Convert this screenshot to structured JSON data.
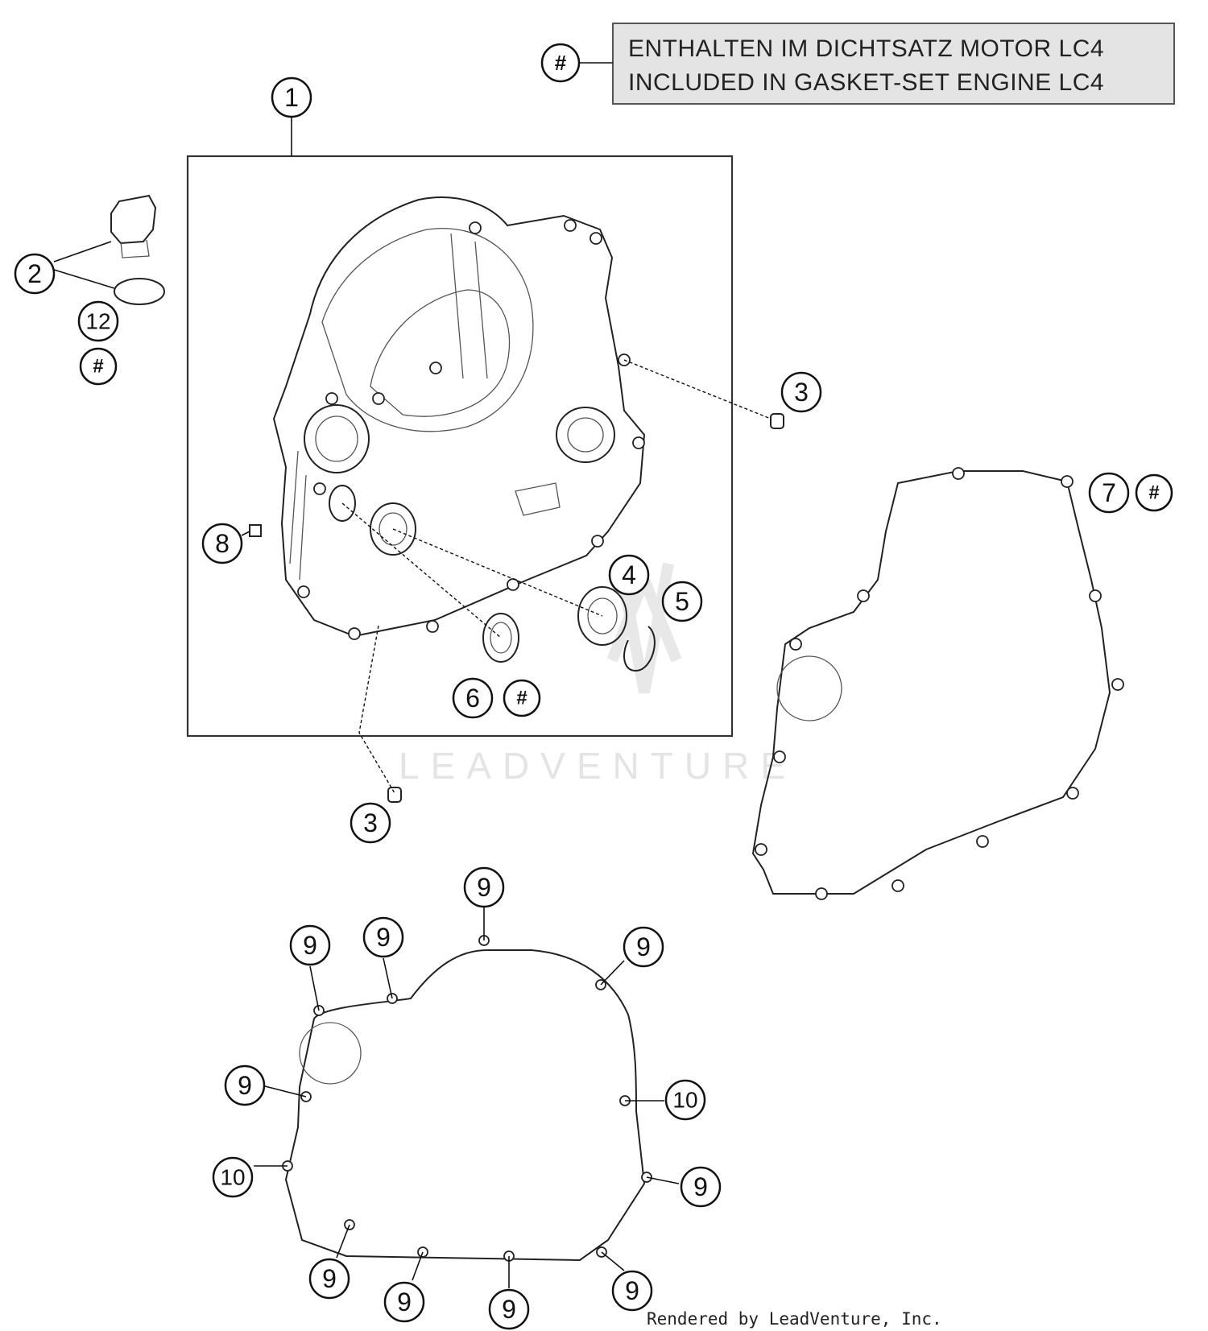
{
  "legend": {
    "symbol": "#",
    "line_de": "ENTHALTEN IM DICHTSATZ MOTOR LC4",
    "line_en": "INCLUDED IN GASKET-SET ENGINE LC4"
  },
  "callouts": {
    "c1": "1",
    "c2": "2",
    "c3a": "3",
    "c3b": "3",
    "c4": "4",
    "c5": "5",
    "c6": "6",
    "c6hash": "#",
    "c7": "7",
    "c7hash": "#",
    "c8": "8",
    "c12": "12",
    "c12hash": "#",
    "g9a": "9",
    "g9b": "9",
    "g9c": "9",
    "g9d": "9",
    "g9e": "9",
    "g10a": "10",
    "g10b": "10",
    "g9f": "9",
    "g9g": "9",
    "g9h": "9",
    "g9i": "9",
    "g9j": "9"
  },
  "watermark": "LEADVENTURE",
  "credit": "Rendered by LeadVenture, Inc."
}
